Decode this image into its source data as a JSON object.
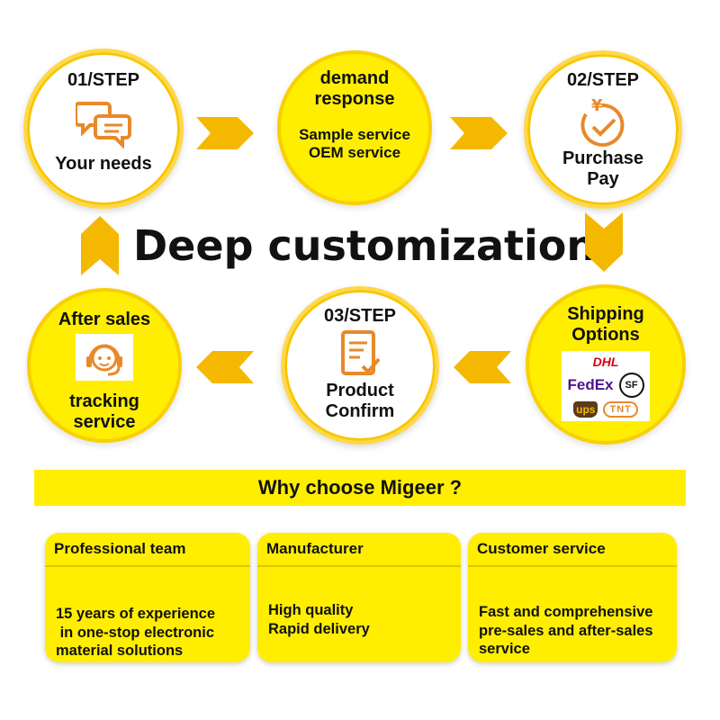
{
  "steps": {
    "step1": {
      "label": "01/STEP",
      "text": "Your needs"
    },
    "demand": {
      "line1": "demand",
      "line2": "response",
      "service1": "Sample service",
      "service2": "OEM service"
    },
    "step2": {
      "label": "02/STEP",
      "line1": "Purchase",
      "line2": "Pay"
    },
    "shipping": {
      "line1": "Shipping",
      "line2": "Options",
      "logos": [
        "DHL",
        "FedEx",
        "SF",
        "ups",
        "TNT"
      ]
    },
    "step3": {
      "label": "03/STEP",
      "line1": "Product",
      "line2": "Confirm"
    },
    "aftersales": {
      "line1": "After sales",
      "line2": "tracking",
      "line3": "service"
    }
  },
  "title": "Deep customization",
  "why": "Why  choose  Migeer ?",
  "cards": [
    {
      "head": "Professional  team",
      "lines": [
        "15 years of experience",
        " in one-stop electronic",
        "material solutions"
      ]
    },
    {
      "head": "Manufacturer",
      "lines": [
        "High quality",
        "Rapid delivery"
      ]
    },
    {
      "head": "Customer service",
      "lines": [
        "Fast and comprehensive",
        "pre-sales and after-sales",
        "service"
      ]
    }
  ],
  "colors": {
    "yellow": "#ffee00",
    "orange_icon": "#e8892a",
    "arrow": "#f5b800"
  }
}
